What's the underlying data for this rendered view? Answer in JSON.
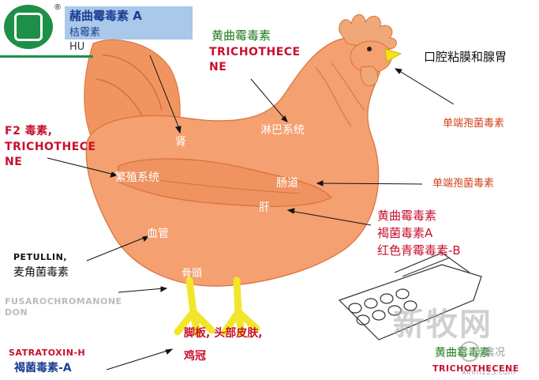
{
  "logo": {
    "letter": "HU",
    "registered": "®"
  },
  "title_box": {
    "line1": "赭曲霉毒素 A",
    "line2": "桔霉素"
  },
  "top_label": {
    "cn": "黄曲霉毒素",
    "en_line1": "TRICHOTHECE",
    "en_line2": "NE"
  },
  "mouth_label": "口腔粘膜和腺胃",
  "right_label1": "单端孢菌毒素",
  "right_label2": "单端孢菌毒素",
  "left_f2": {
    "line1": "F2  毒素,",
    "line2": "TRICHOTHECE",
    "line3": "NE"
  },
  "organs": {
    "kidney": "肾",
    "lymph": "淋巴系统",
    "reproductive": "繁殖系统",
    "intestine": "肠道",
    "liver": "肝",
    "blood": "血管",
    "bone": "骨頭"
  },
  "right_multi": {
    "line1": "黄曲霉毒素",
    "line2": "褐菌毒素A",
    "line3": "红色青霉毒素-B"
  },
  "petullin": {
    "line1": "PETULLIN,",
    "line2": "麦角菌毒素"
  },
  "fusaro": {
    "line1": "FUSAROCHROMANONE",
    "line2": "DON"
  },
  "satratoxin": {
    "line1": "SATRATOXIN-H",
    "line2": "褐菌毒素-A"
  },
  "feet_label": {
    "line1": "脚板, 头部皮肤,",
    "line2": "鸡冠"
  },
  "egg_label": {
    "cn": "黄曲霉毒素",
    "en": "TRICHOTHECENE"
  },
  "watermark": {
    "text": "新牧网",
    "sub": "禽况",
    "url": "xinm123.com"
  },
  "colors": {
    "hen_body": "#f4a070",
    "hen_dark": "#d9703a",
    "comb": "#f0a878",
    "beak": "#f5e21a",
    "legs": "#f2e62a",
    "title_bg": "#a9c8ea"
  }
}
